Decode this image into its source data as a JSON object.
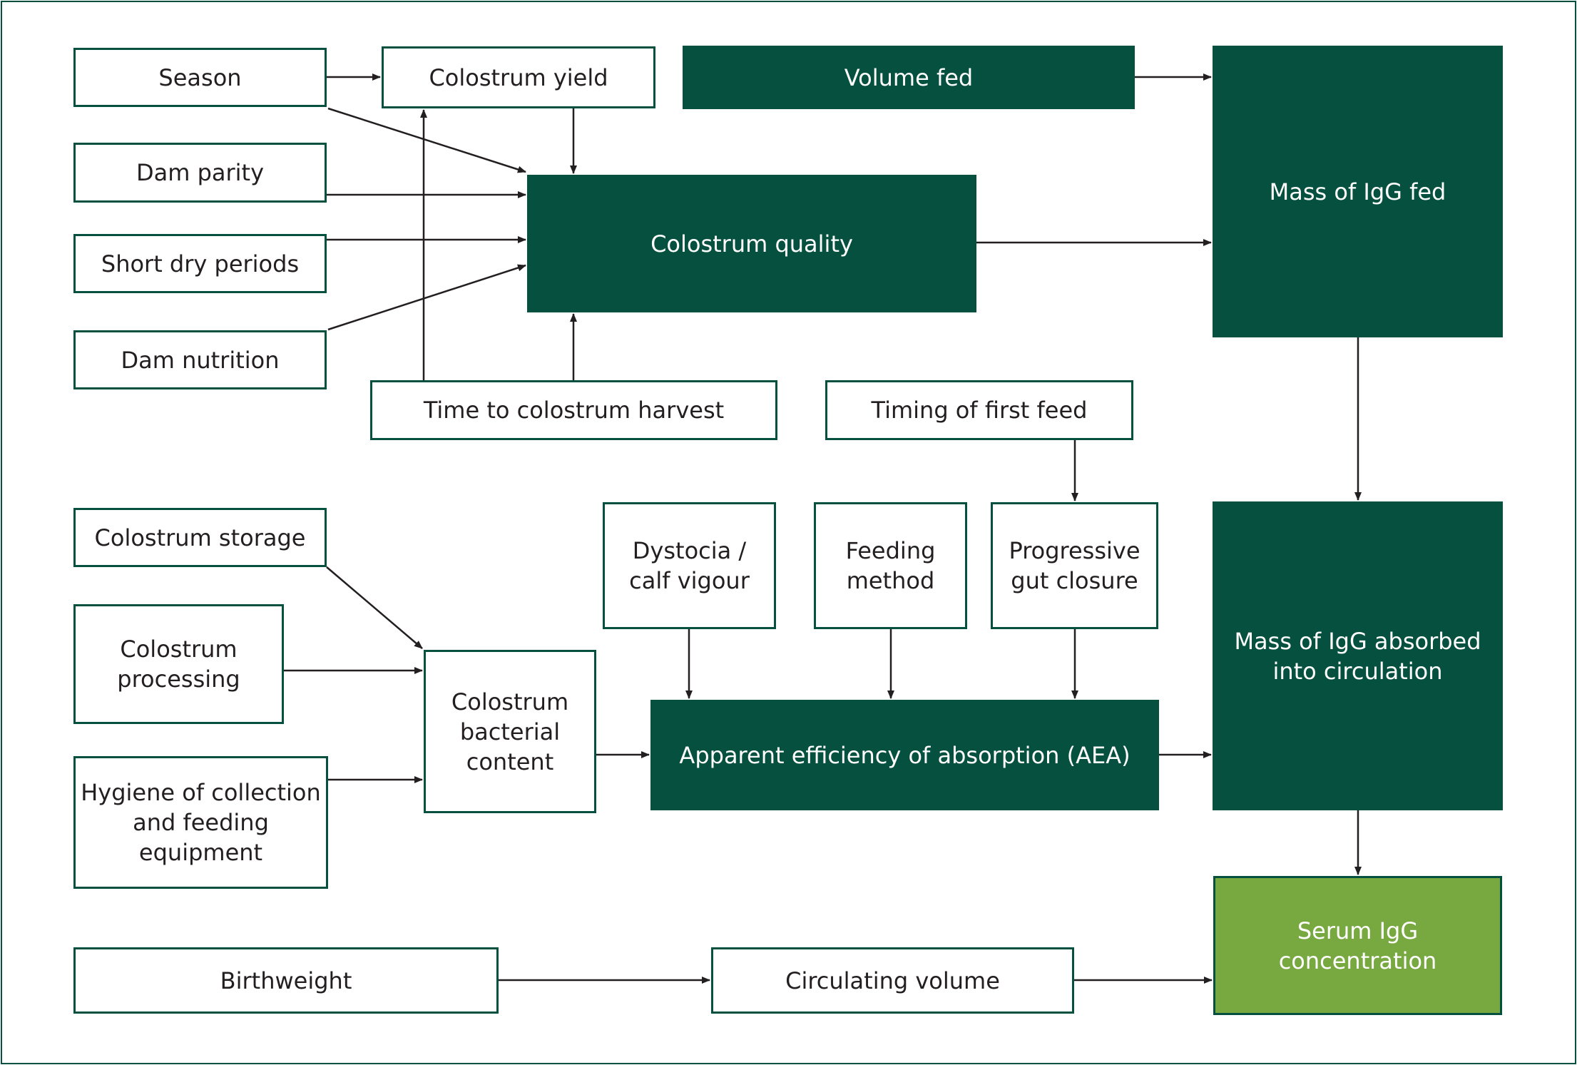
{
  "colors": {
    "frame": "#05503f",
    "dark_box": "#05503f",
    "light_box": "#78a940",
    "outline": "#05503f",
    "arrow": "#231f20",
    "text_dark": "#231f20",
    "text_light": "#ffffff"
  },
  "nodes": {
    "season": "Season",
    "colostrum_yield": "Colostrum yield",
    "volume_fed": "Volume fed",
    "mass_igg_fed": "Mass of IgG fed",
    "dam_parity": "Dam parity",
    "colostrum_quality": "Colostrum quality",
    "short_dry_periods": "Short dry periods",
    "dam_nutrition": "Dam nutrition",
    "time_to_harvest": "Time to colostrum harvest",
    "timing_first_feed": "Timing of first feed",
    "colostrum_storage": "Colostrum storage",
    "dystocia": "Dystocia /\ncalf vigour",
    "feeding_method": "Feeding\nmethod",
    "gut_closure": "Progressive\ngut closure",
    "mass_igg_absorbed": "Mass of IgG absorbed\ninto circulation",
    "colostrum_processing": "Colostrum\nprocessing",
    "bacterial_content": "Colostrum\nbacterial\ncontent",
    "aea": "Apparent efficiency of absorption (AEA)",
    "hygiene": "Hygiene of collection\nand feeding\nequipment",
    "serum_igg": "Serum  IgG\nconcentration",
    "birthweight": "Birthweight",
    "circulating_volume": "Circulating volume"
  },
  "edges": [
    {
      "from": "season",
      "to": "colostrum_yield"
    },
    {
      "from": "season",
      "to": "colostrum_quality"
    },
    {
      "from": "colostrum_yield",
      "to": "colostrum_quality"
    },
    {
      "from": "dam_parity",
      "to": "colostrum_quality"
    },
    {
      "from": "short_dry_periods",
      "to": "colostrum_quality"
    },
    {
      "from": "dam_nutrition",
      "to": "colostrum_quality"
    },
    {
      "from": "time_to_harvest",
      "to": "colostrum_yield"
    },
    {
      "from": "time_to_harvest",
      "to": "colostrum_quality"
    },
    {
      "from": "volume_fed",
      "to": "mass_igg_fed"
    },
    {
      "from": "colostrum_quality",
      "to": "mass_igg_fed"
    },
    {
      "from": "mass_igg_fed",
      "to": "mass_igg_absorbed"
    },
    {
      "from": "timing_first_feed",
      "to": "gut_closure"
    },
    {
      "from": "colostrum_storage",
      "to": "bacterial_content"
    },
    {
      "from": "colostrum_processing",
      "to": "bacterial_content"
    },
    {
      "from": "hygiene",
      "to": "bacterial_content"
    },
    {
      "from": "bacterial_content",
      "to": "aea"
    },
    {
      "from": "dystocia",
      "to": "aea"
    },
    {
      "from": "feeding_method",
      "to": "aea"
    },
    {
      "from": "gut_closure",
      "to": "aea"
    },
    {
      "from": "aea",
      "to": "mass_igg_absorbed"
    },
    {
      "from": "mass_igg_absorbed",
      "to": "serum_igg"
    },
    {
      "from": "birthweight",
      "to": "circulating_volume"
    },
    {
      "from": "circulating_volume",
      "to": "serum_igg"
    }
  ]
}
